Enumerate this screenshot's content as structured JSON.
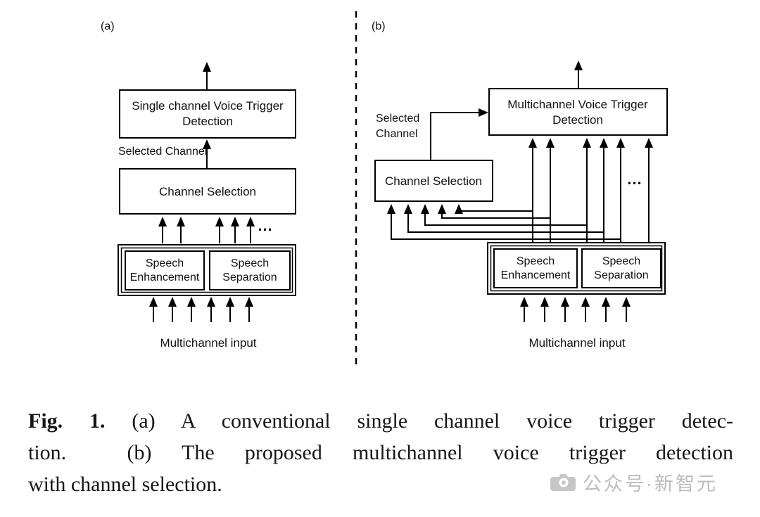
{
  "colors": {
    "line": "#000000",
    "text": "#111111",
    "watermark": "#bdbdbd"
  },
  "panel_a": {
    "label": "(a)",
    "detector_line1": "Single channel Voice Trigger",
    "detector_line2": "Detection",
    "selected_channel_label": "Selected Channel",
    "channel_selection_label": "Channel Selection",
    "enhancement_line1": "Speech",
    "enhancement_line2": "Enhancement",
    "separation_line1": "Speech",
    "separation_line2": "Separation",
    "ellipsis": "...",
    "input_label": "Multichannel input"
  },
  "panel_b": {
    "label": "(b)",
    "detector_line1": "Multichannel Voice Trigger",
    "detector_line2": "Detection",
    "selected_line1": "Selected",
    "selected_line2": "Channel",
    "channel_selection_label": "Channel Selection",
    "enhancement_line1": "Speech",
    "enhancement_line2": "Enhancement",
    "separation_line1": "Speech",
    "separation_line2": "Separation",
    "ellipsis": "...",
    "input_label": "Multichannel input"
  },
  "caption": {
    "fig_label": "Fig. 1.",
    "line1_rest": " (a) A conventional single channel voice trigger detec-",
    "line2": "tion.  (b) The proposed multichannel voice trigger detection",
    "line3": "with channel selection."
  },
  "watermark": {
    "text": "公众号·新智元"
  }
}
